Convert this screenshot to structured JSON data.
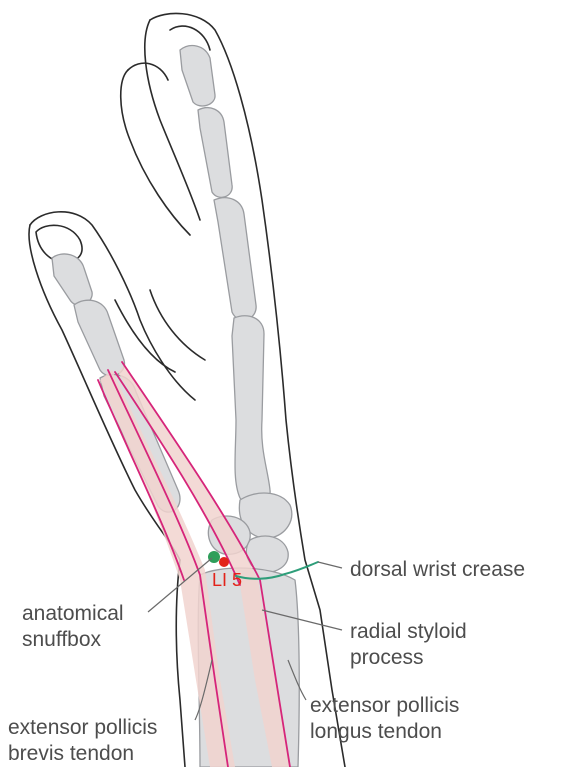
{
  "labels": {
    "point": "LI 5",
    "dorsal_wrist_crease": "dorsal wrist crease",
    "anatomical_snuffbox": [
      "anatomical",
      "snuffbox"
    ],
    "radial_styloid_process": [
      "radial styloid",
      "process"
    ],
    "extensor_pollicis_brevis": [
      "extensor pollicis",
      "brevis tendon"
    ],
    "extensor_pollicis_longus": [
      "extensor pollicis",
      "longus tendon"
    ]
  },
  "colors": {
    "point_marker": "#e2231a",
    "snuffbox_marker": "#2e9e5a",
    "tendon": "#d6257a",
    "tendon_fill": "#f1d3cf",
    "bone": "#dcdddf",
    "crease": "#2e9e7a"
  }
}
